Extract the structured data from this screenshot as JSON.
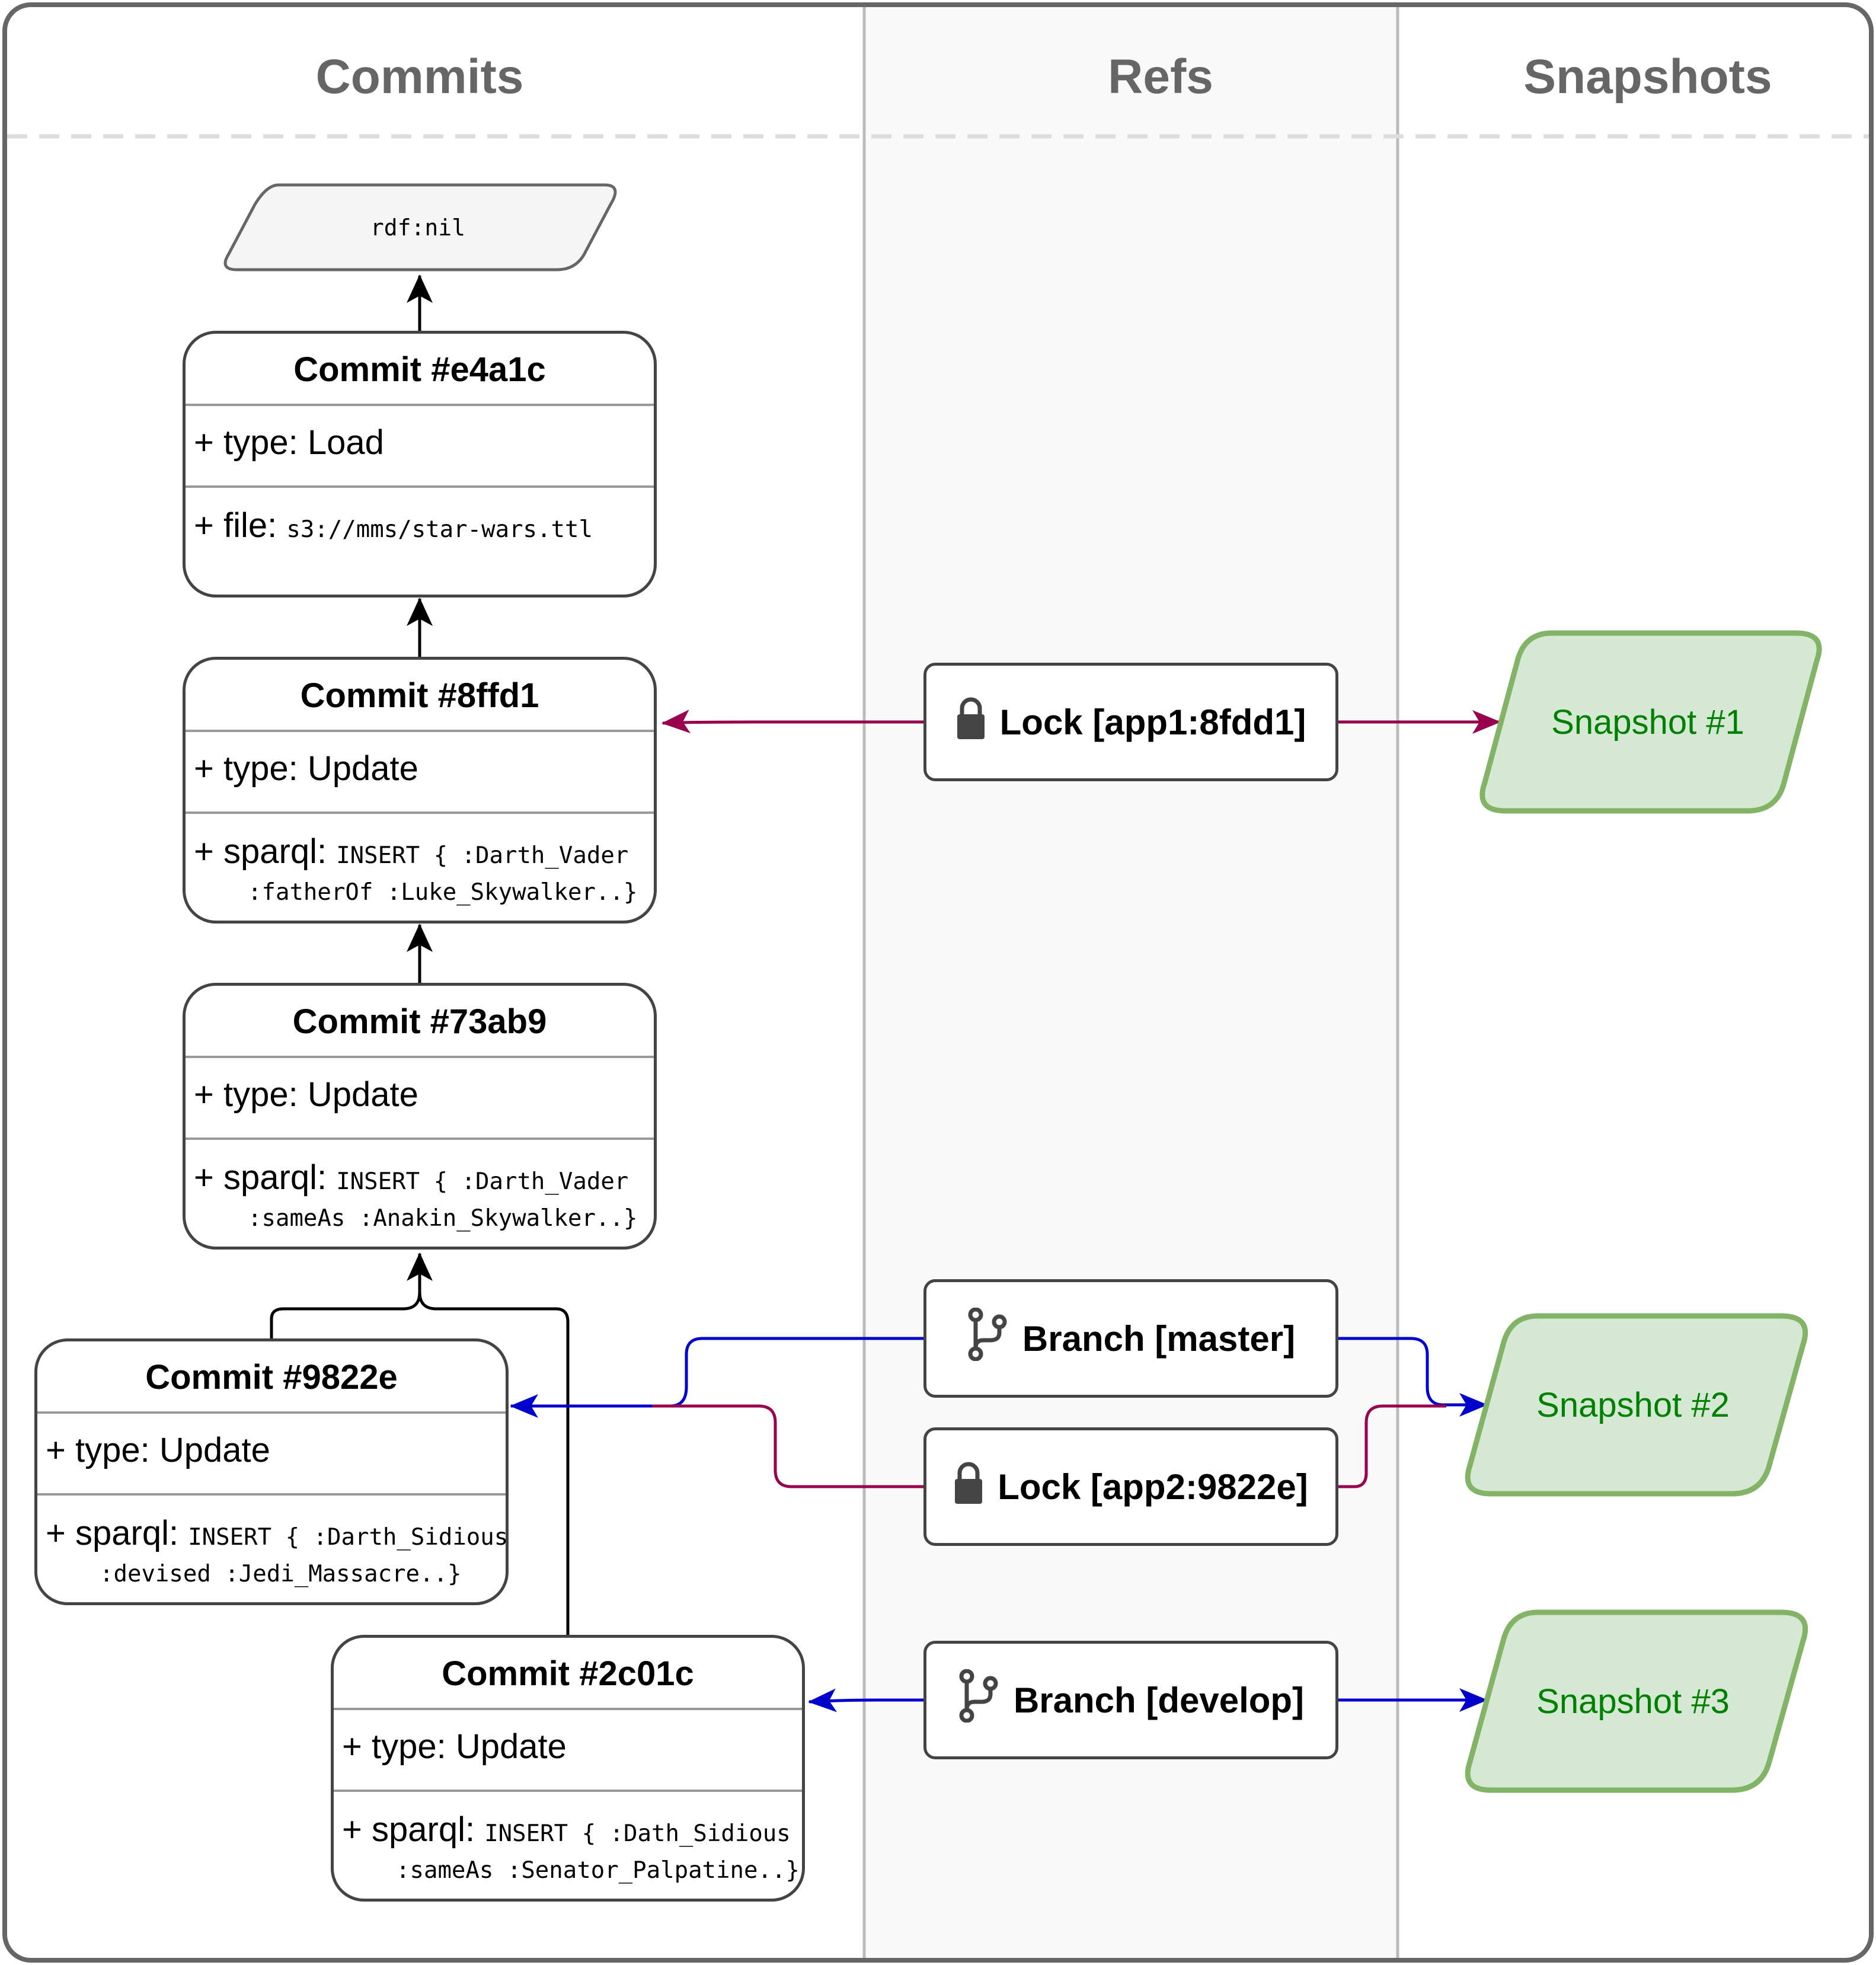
{
  "columns": {
    "commits": "Commits",
    "refs": "Refs",
    "snapshots": "Snapshots"
  },
  "nil": {
    "label": "rdf:nil"
  },
  "commits": [
    {
      "id": "e4a1c",
      "title": "Commit #e4a1c",
      "type": "+ type: Load",
      "detail_prefix": "+ file:",
      "detail_code": "s3://mms/star-wars.ttl",
      "detail_code2": ""
    },
    {
      "id": "8ffd1",
      "title": "Commit #8ffd1",
      "type": "+ type: Update",
      "detail_prefix": "+ sparql:",
      "detail_code": "INSERT { :Darth_Vader",
      "detail_code2": ":fatherOf :Luke_Skywalker..}"
    },
    {
      "id": "73ab9",
      "title": "Commit #73ab9",
      "type": "+ type: Update",
      "detail_prefix": "+ sparql:",
      "detail_code": "INSERT { :Darth_Vader",
      "detail_code2": ":sameAs :Anakin_Skywalker..}"
    },
    {
      "id": "9822e",
      "title": "Commit #9822e",
      "type": "+ type: Update",
      "detail_prefix": "+ sparql:",
      "detail_code": "INSERT { :Darth_Sidious",
      "detail_code2": ":devised :Jedi_Massacre..}"
    },
    {
      "id": "2c01c",
      "title": "Commit #2c01c",
      "type": "+ type: Update",
      "detail_prefix": "+ sparql:",
      "detail_code": "INSERT { :Dath_Sidious",
      "detail_code2": ":sameAs :Senator_Palpatine..}"
    }
  ],
  "refs": [
    {
      "id": "lock1",
      "label": "Lock [app1:8fdd1]",
      "icon": "lock-icon"
    },
    {
      "id": "master",
      "label": "Branch [master]",
      "icon": "git-branch-icon"
    },
    {
      "id": "lock2",
      "label": "Lock [app2:9822e]",
      "icon": "lock-icon"
    },
    {
      "id": "develop",
      "label": "Branch [develop]",
      "icon": "git-branch-icon"
    }
  ],
  "snapshots": [
    {
      "id": "s1",
      "label": "Snapshot #1"
    },
    {
      "id": "s2",
      "label": "Snapshot #2"
    },
    {
      "id": "s3",
      "label": "Snapshot #3"
    }
  ],
  "colors": {
    "branch_edge": "#0000cc",
    "lock_edge": "#99004d",
    "parent_edge": "#000000",
    "snapshot_fill": "#d5e8d4",
    "snapshot_stroke": "#82b366",
    "snapshot_text": "#008000",
    "refs_lane_fill": "#f9f9f9"
  }
}
